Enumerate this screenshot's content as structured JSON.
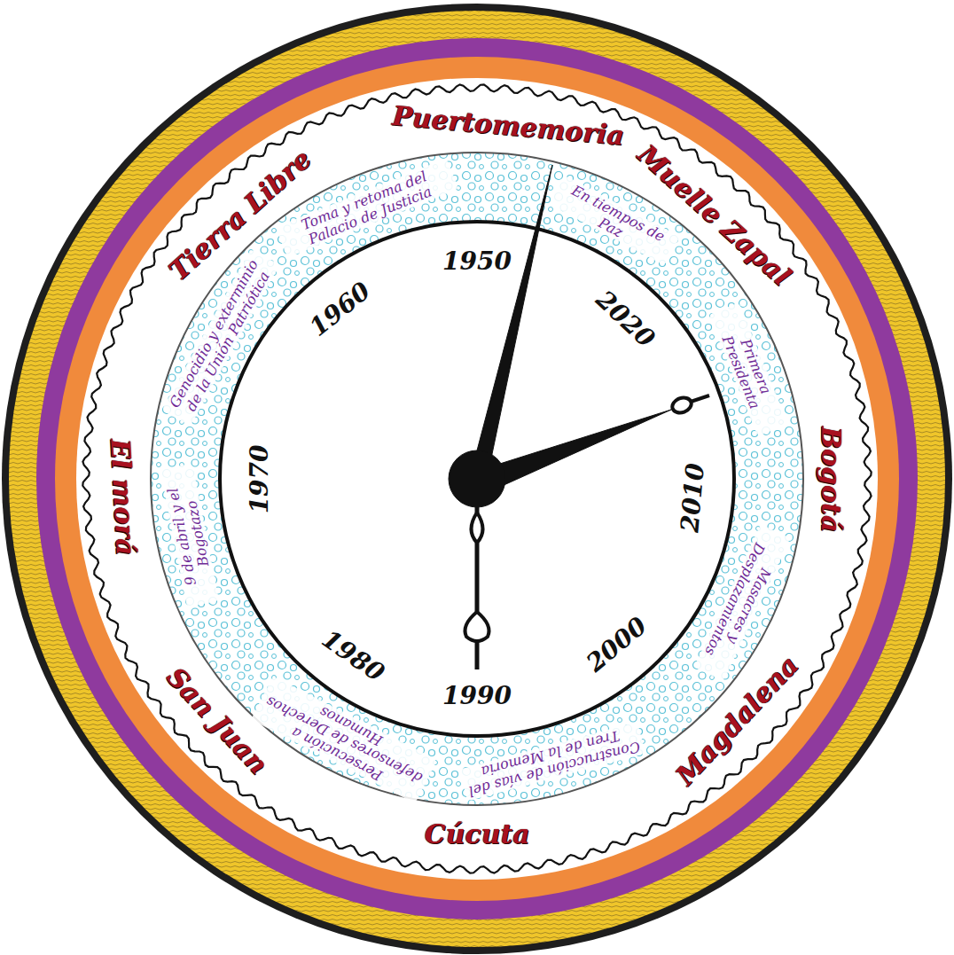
{
  "diagram": {
    "nodes": [
      {
        "text": [
          "Puertomemoria",
          "Muelle Zapal",
          "Bogotá",
          "Magdalena",
          "Cúcuta",
          "San Juan",
          "El morá",
          "Tierra Libre"
        ]
      },
      {
        "text": [
          "Toma y retoma del Palacio de Justicia",
          "En tiempos de Paz",
          "Primera Presidenta",
          "Masacres y Desplazamientos",
          "Construcción de vías del Tren de la Memoria",
          "Persecución a defensores de Derechos Humanos",
          "9 de abril y el Bogotazo",
          "Genocidio y exterminio de la Unión Patriótica"
        ],
        "in": 0
      },
      {
        "text": [
          "1950",
          "1960",
          "1970",
          "1980",
          "1990",
          "2000",
          "2010",
          "2020"
        ],
        "in": 1
      }
    ]
  }
}
